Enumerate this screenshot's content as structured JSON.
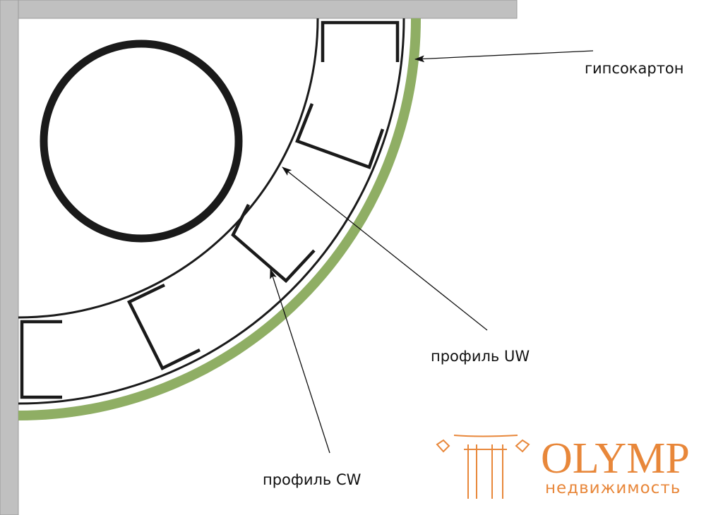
{
  "labels": {
    "drywall": "гипсокартон",
    "uw_profile": "профиль UW",
    "cw_profile": "профиль CW"
  },
  "logo": {
    "name": "OLYMP",
    "subtitle": "недвижимость"
  },
  "colors": {
    "wall": "#c0c0c0",
    "drywall": "#8fae64",
    "profile": "#1a1a1a",
    "logo": "#e8873a"
  }
}
